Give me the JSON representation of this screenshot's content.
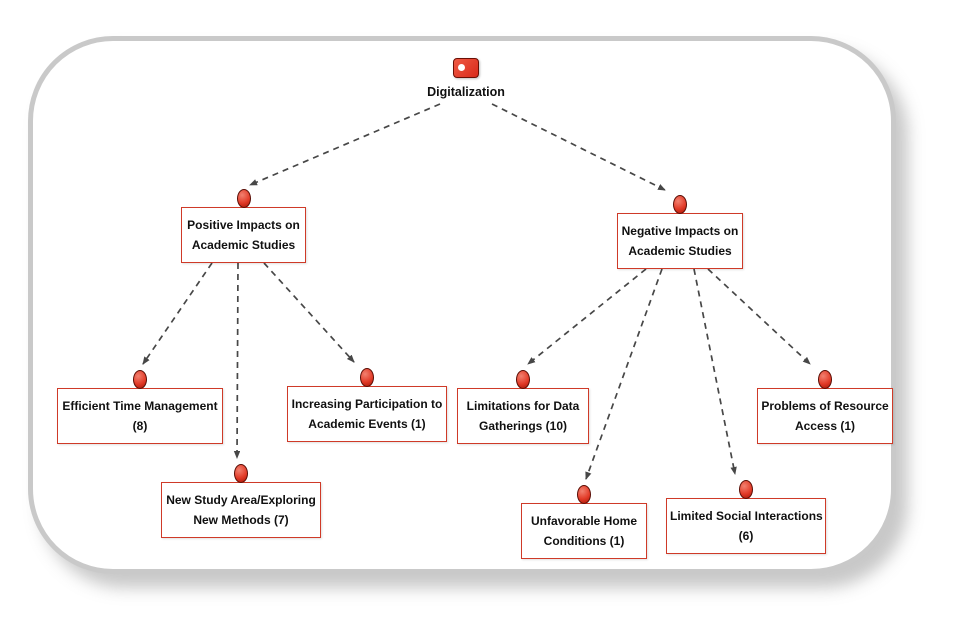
{
  "diagram": {
    "root": {
      "label": "Digitalization"
    },
    "positive": {
      "line1": "Positive Impacts on",
      "line2": "Academic Studies"
    },
    "negative": {
      "line1": "Negative Impacts on",
      "line2": "Academic Studies"
    },
    "children": [
      {
        "id": "efficient-time-management",
        "line1": "Efficient Time Management",
        "line2": "(8)"
      },
      {
        "id": "new-study-area",
        "line1": "New Study Area/Exploring",
        "line2": "New Methods (7)"
      },
      {
        "id": "increasing-participation",
        "line1": "Increasing Participation to",
        "line2": "Academic Events (1)"
      },
      {
        "id": "limitations-data-gatherings",
        "line1": "Limitations for Data",
        "line2": "Gatherings (10)"
      },
      {
        "id": "unfavorable-home-conditions",
        "line1": "Unfavorable Home",
        "line2": "Conditions (1)"
      },
      {
        "id": "limited-social-interactions",
        "line1": "Limited Social Interactions",
        "line2": "(6)"
      },
      {
        "id": "problems-resource-access",
        "line1": "Problems of Resource",
        "line2": "Access (1)"
      }
    ],
    "colors": {
      "node_border": "#cf3a28",
      "marker_fill": "#e23b28",
      "arrow": "#474747",
      "frame_border": "#c9c9c9"
    }
  }
}
